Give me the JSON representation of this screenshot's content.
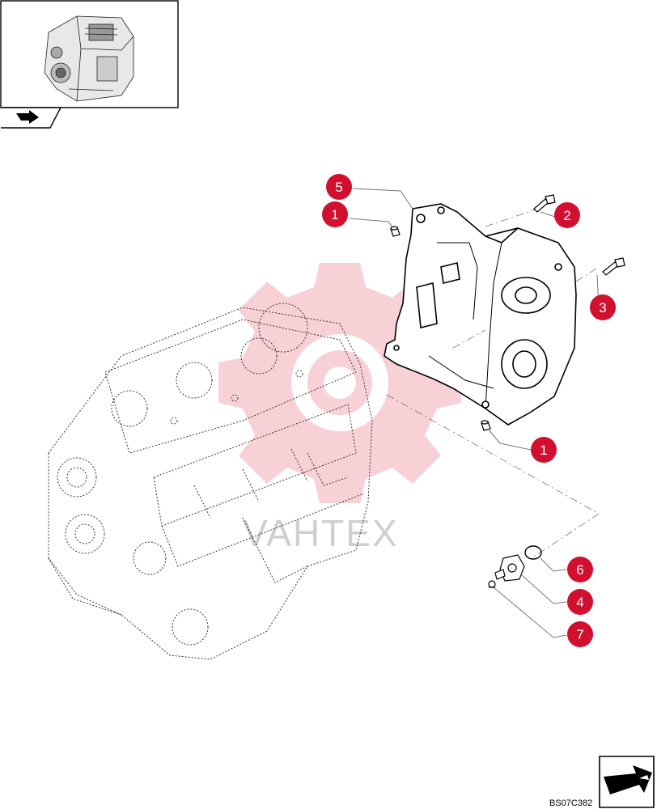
{
  "colors": {
    "callout": "#d0102e",
    "line": "#000000",
    "leader": "#777777",
    "watermark_gear": "#f6c9cf",
    "watermark_text": "#cfcfcf"
  },
  "thumbnail": {
    "icon": "engine-thumbnail-icon",
    "nav_icon": "arrow-right-icon"
  },
  "watermark": {
    "text": "VAHTEX"
  },
  "callouts": [
    {
      "id": "c5",
      "label": "5"
    },
    {
      "id": "c1a",
      "label": "1"
    },
    {
      "id": "c2",
      "label": "2"
    },
    {
      "id": "c3",
      "label": "3"
    },
    {
      "id": "c1b",
      "label": "1"
    },
    {
      "id": "c6",
      "label": "6"
    },
    {
      "id": "c4",
      "label": "4"
    },
    {
      "id": "c7",
      "label": "7"
    }
  ],
  "footer": {
    "code": "BS07C382",
    "nav_icon": "next-page-arrow-icon"
  }
}
